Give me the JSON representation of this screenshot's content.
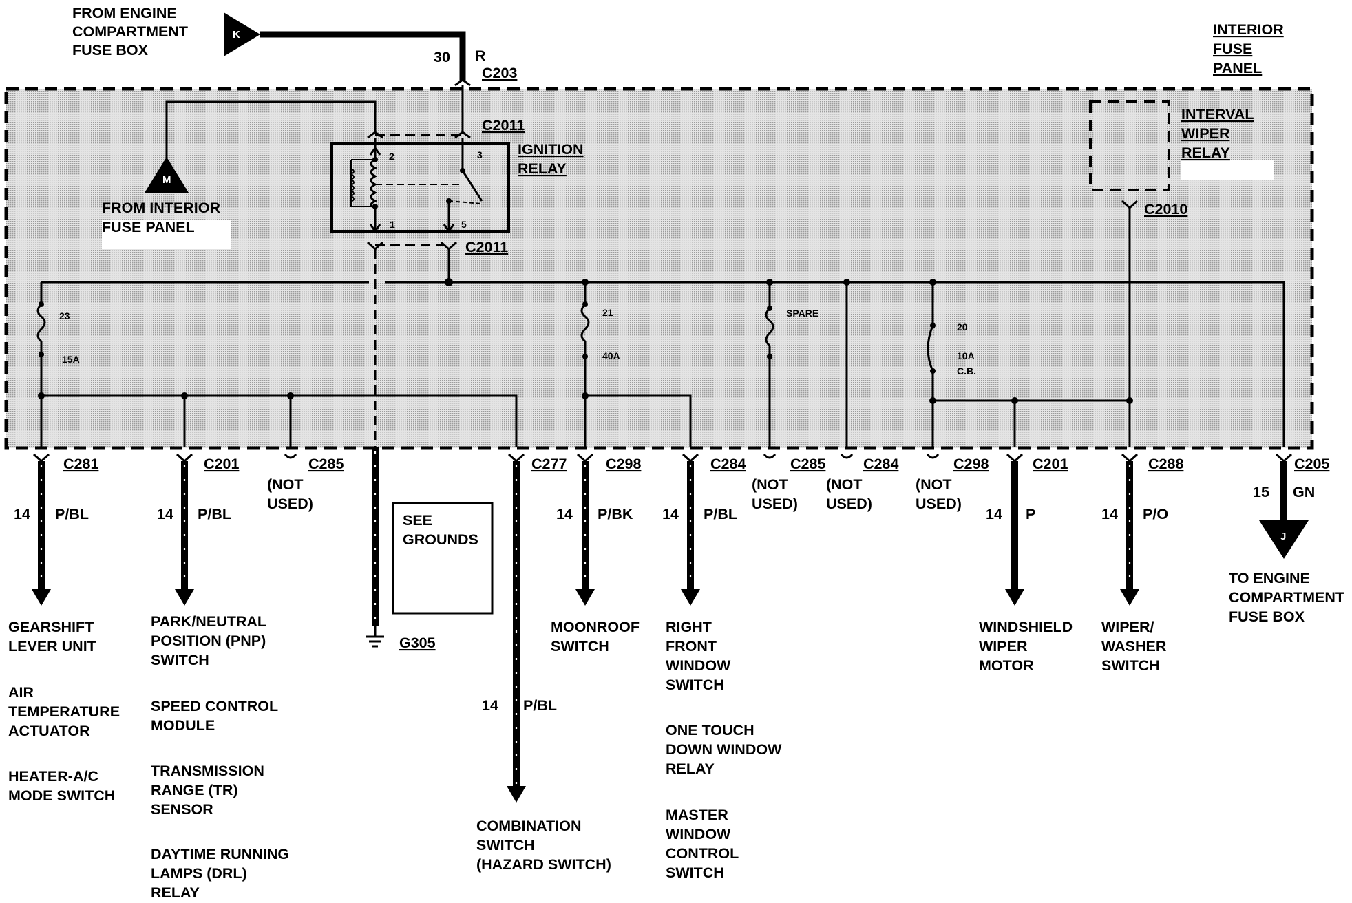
{
  "source": {
    "lines": [
      "FROM ENGINE",
      "COMPARTMENT",
      "FUSE BOX"
    ],
    "connector": "K",
    "circuit": "30",
    "color": "R",
    "conn": "C203"
  },
  "interior_panel_label": [
    "INTERIOR",
    "FUSE",
    "PANEL"
  ],
  "from_interior": {
    "lines": [
      "FROM INTERIOR",
      "FUSE PANEL"
    ],
    "connector": "M"
  },
  "ignition_relay": {
    "lines": [
      "IGNITION",
      "RELAY"
    ],
    "pins": [
      "2",
      "3",
      "1",
      "5"
    ],
    "conn_top": "C2011",
    "conn_bottom": "C2011"
  },
  "interval_relay": {
    "lines": [
      "INTERVAL",
      "WIPER",
      "RELAY"
    ],
    "conn": "C2010"
  },
  "fuses": [
    {
      "num": "23",
      "rating": "15A"
    },
    {
      "num": "21",
      "rating": "40A"
    },
    {
      "num": "SPARE",
      "rating": ""
    },
    {
      "num": "20",
      "rating": "10A",
      "extra": "C.B."
    }
  ],
  "outputs": [
    {
      "conn": "C281",
      "gauge": "14",
      "color": "P/BL",
      "dest": [
        [
          "GEARSHIFT",
          "LEVER UNIT"
        ],
        [
          "AIR",
          "TEMPERATURE",
          "ACTUATOR"
        ],
        [
          "HEATER-A/C",
          "MODE SWITCH"
        ]
      ]
    },
    {
      "conn": "C201",
      "gauge": "14",
      "color": "P/BL",
      "dest": [
        [
          "PARK/NEUTRAL",
          "POSITION (PNP)",
          "SWITCH"
        ],
        [
          "SPEED CONTROL",
          "MODULE"
        ],
        [
          "TRANSMISSION",
          "RANGE (TR)",
          "SENSOR"
        ],
        [
          "DAYTIME RUNNING",
          "LAMPS (DRL)",
          "RELAY"
        ]
      ]
    },
    {
      "conn": "C285",
      "note": [
        "(NOT",
        "USED)"
      ]
    },
    {
      "conn": "C277",
      "gauge": "14",
      "color": "P/BL",
      "dest": [
        [
          "COMBINATION",
          "SWITCH",
          "(HAZARD SWITCH)"
        ]
      ]
    },
    {
      "conn": "C298",
      "gauge": "14",
      "color": "P/BK",
      "dest": [
        [
          "MOONROOF",
          "SWITCH"
        ]
      ]
    },
    {
      "conn": "C284",
      "gauge": "14",
      "color": "P/BL",
      "dest": [
        [
          "RIGHT",
          "FRONT",
          "WINDOW",
          "SWITCH"
        ],
        [
          "ONE TOUCH",
          "DOWN WINDOW",
          "RELAY"
        ],
        [
          "MASTER",
          "WINDOW",
          "CONTROL",
          "SWITCH"
        ]
      ]
    },
    {
      "conn": "C285",
      "note": [
        "(NOT",
        "USED)"
      ]
    },
    {
      "conn": "C284",
      "note": [
        "(NOT",
        "USED)"
      ]
    },
    {
      "conn": "C298",
      "note": [
        "(NOT",
        "USED)"
      ]
    },
    {
      "conn": "C201",
      "gauge": "14",
      "color": "P",
      "dest": [
        [
          "WINDSHIELD",
          "WIPER",
          "MOTOR"
        ]
      ]
    },
    {
      "conn": "C288",
      "gauge": "14",
      "color": "P/O",
      "dest": [
        [
          "WIPER/",
          "WASHER",
          "SWITCH"
        ]
      ]
    },
    {
      "conn": "C205",
      "gauge": "15",
      "color": "GN",
      "connector": "J",
      "dest": [
        [
          "TO ENGINE",
          "COMPARTMENT",
          "FUSE BOX"
        ]
      ]
    }
  ],
  "ground": {
    "name": "G305",
    "note": [
      "SEE",
      "GROUNDS"
    ]
  },
  "colors": {
    "ink": "#000000",
    "panel_fill": "#d2d2d2",
    "paper": "#ffffff"
  }
}
